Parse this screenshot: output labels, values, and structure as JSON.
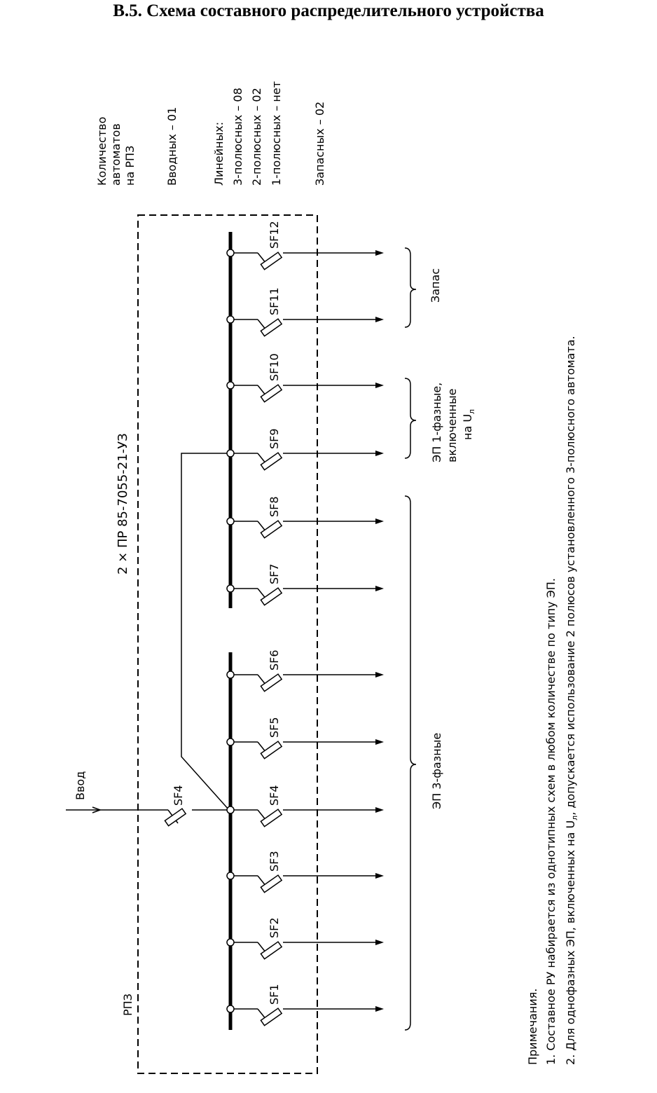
{
  "title": "В.5. Схема составного распределительного устройства",
  "legend": {
    "header": [
      "Количество",
      "автоматов",
      "на РПЗ"
    ],
    "inputs": "Вводных – 01",
    "linear_header": "Линейных:",
    "pole3": "3-полюсных – 08",
    "pole2": "2-полюсных – 02",
    "pole1": "1-полюсных – нет",
    "spare": "Запасных – 02"
  },
  "panel_label": "РПЗ",
  "panel_type": "2 × ПР 85-7055-21-УЗ",
  "input_label": "Ввод",
  "input_breaker": "SF4",
  "breakers": [
    "SF1",
    "SF2",
    "SF3",
    "SF4",
    "SF5",
    "SF6",
    "SF7",
    "SF8",
    "SF9",
    "SF10",
    "SF11",
    "SF12"
  ],
  "groups": {
    "three_phase": "ЭП 3-фазные",
    "single_phase": [
      "ЭП 1-фазные,",
      "включенные",
      "на U"
    ],
    "single_phase_sub": "л",
    "spare": "Запас"
  },
  "notes": {
    "header": "Примечания.",
    "n1": "1. Составное РУ набирается из однотипных схем в любом количестве по типу ЭП.",
    "n2_prefix": "2. Для однофазных ЭП, включенных на U",
    "n2_sub": "л",
    "n2_suffix": ", допускается использование 2 полюсов установленного 3-полюсного автомата."
  }
}
